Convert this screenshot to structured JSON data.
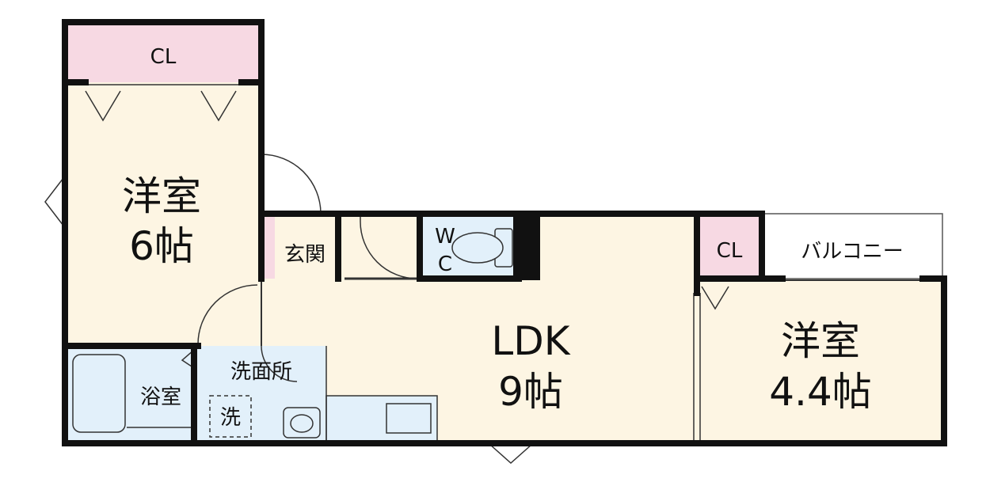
{
  "colors": {
    "room": "#fdf5e3",
    "closet": "#f7d9e3",
    "wet": "#e2f0fa",
    "wall": "#111111",
    "balcony": "#ffffff"
  },
  "rooms": {
    "western_6": {
      "name": "洋室",
      "size": "6帖"
    },
    "ldk": {
      "name": "LDK",
      "size": "9帖"
    },
    "western_44": {
      "name": "洋室",
      "size": "4.4帖"
    }
  },
  "labels": {
    "closet_top": "CL",
    "closet_right": "CL",
    "balcony": "バルコニー",
    "entrance": "玄関",
    "wc_w": "W",
    "wc_c": "C",
    "bath": "浴室",
    "washroom": "洗面所",
    "washer": "洗"
  }
}
